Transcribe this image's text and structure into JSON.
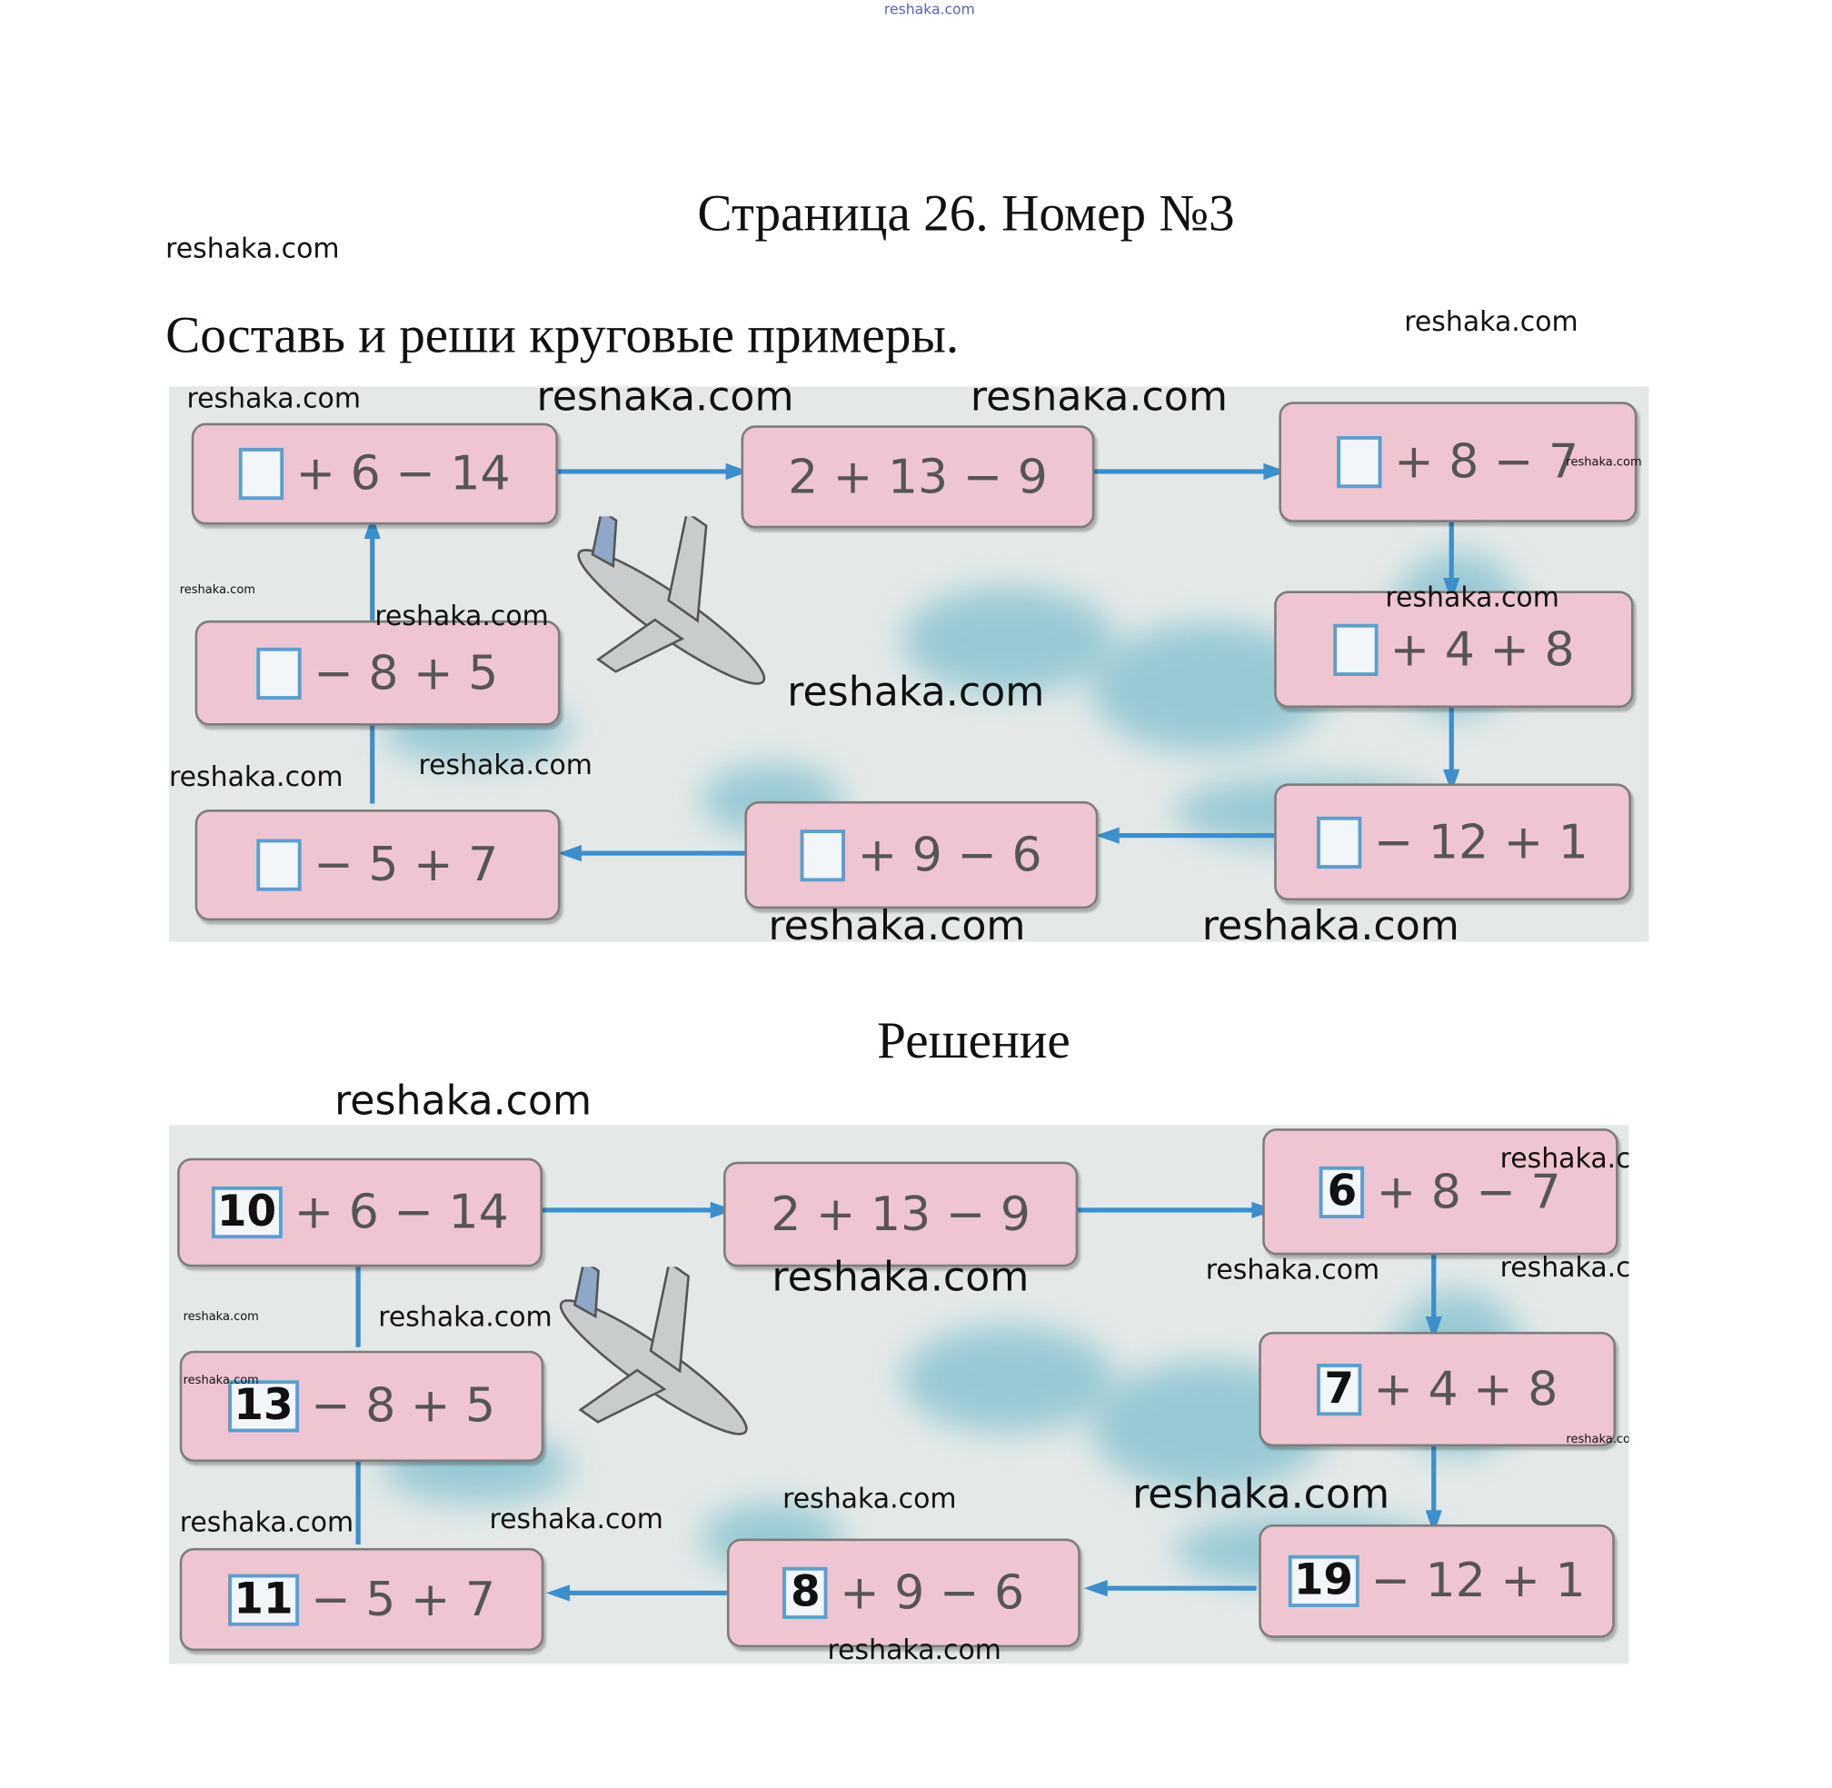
{
  "watermark": "reshaka.com",
  "page_title": "Страница 26. Номер №3",
  "task": "Составь и реши круговые примеры.",
  "solution_heading": "Решение",
  "colors": {
    "box": "#eec5d0",
    "arrow": "#3b8fcc",
    "square": "#5a9fd0"
  },
  "puzzle": {
    "boxes": [
      {
        "answer": "",
        "expr": "+ 6 − 14"
      },
      {
        "answer": null,
        "expr": "2 + 13 − 9"
      },
      {
        "answer": "",
        "expr": "+ 8 − 7"
      },
      {
        "answer": "",
        "expr": "+ 4 + 8"
      },
      {
        "answer": "",
        "expr": "− 12 + 1"
      },
      {
        "answer": "",
        "expr": "+ 9 − 6"
      },
      {
        "answer": "",
        "expr": "− 5 + 7"
      },
      {
        "answer": "",
        "expr": "− 8 + 5"
      }
    ]
  },
  "solution": {
    "boxes": [
      {
        "answer": "10",
        "expr": "+ 6 − 14"
      },
      {
        "answer": null,
        "expr": "2 + 13 − 9"
      },
      {
        "answer": "6",
        "expr": "+ 8 − 7"
      },
      {
        "answer": "7",
        "expr": "+ 4 + 8"
      },
      {
        "answer": "19",
        "expr": "− 12 + 1"
      },
      {
        "answer": "8",
        "expr": "+ 9 − 6"
      },
      {
        "answer": "11",
        "expr": "− 5 + 7"
      },
      {
        "answer": "13",
        "expr": "− 8 + 5"
      }
    ]
  }
}
